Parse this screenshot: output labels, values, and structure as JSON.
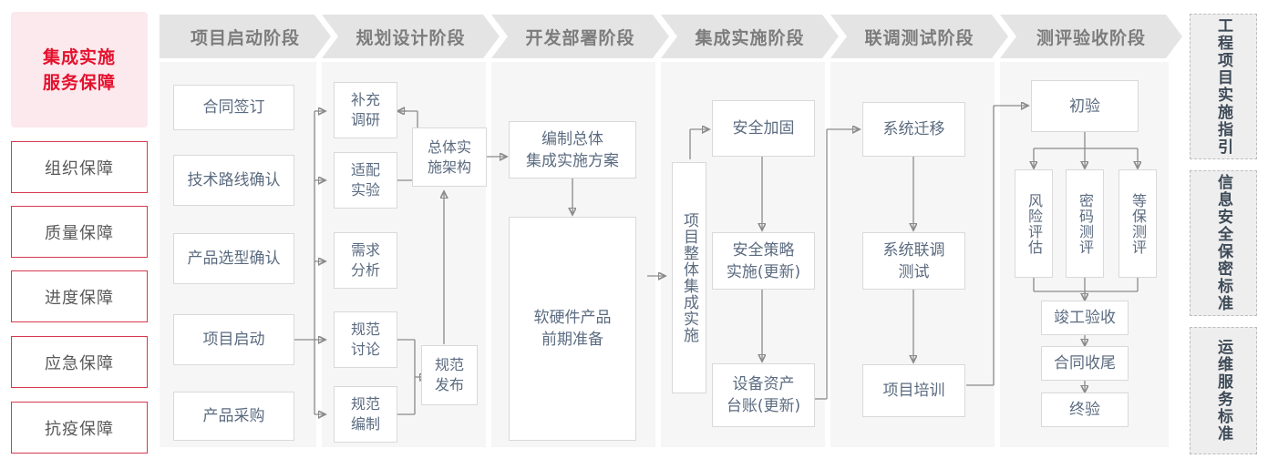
{
  "sidebar": {
    "title": "集成实施\n服务保障",
    "title_line1": "集成实施",
    "title_line2": "服务保障",
    "items": [
      {
        "label": "组织保障"
      },
      {
        "label": "质量保障"
      },
      {
        "label": "进度保障"
      },
      {
        "label": "应急保障"
      },
      {
        "label": "抗疫保障"
      }
    ]
  },
  "phases": [
    {
      "header": "项目启动阶段"
    },
    {
      "header": "规划设计阶段"
    },
    {
      "header": "开发部署阶段"
    },
    {
      "header": "集成实施阶段"
    },
    {
      "header": "联调测试阶段"
    },
    {
      "header": "测评验收阶段"
    }
  ],
  "nodes": {
    "p1": [
      {
        "label": "合同签订"
      },
      {
        "label": "技术路线确认"
      },
      {
        "label": "产品选型确认"
      },
      {
        "label": "项目启动"
      },
      {
        "label": "产品采购"
      }
    ],
    "p2": [
      {
        "label": "补充\n调研",
        "l1": "补充",
        "l2": "调研"
      },
      {
        "label": "适配\n实验",
        "l1": "适配",
        "l2": "实验"
      },
      {
        "label": "需求\n分析",
        "l1": "需求",
        "l2": "分析"
      },
      {
        "label": "规范\n讨论",
        "l1": "规范",
        "l2": "讨论"
      },
      {
        "label": "规范\n编制",
        "l1": "规范",
        "l2": "编制"
      },
      {
        "label": "总体实\n施架构",
        "l1": "总体实",
        "l2": "施架构"
      },
      {
        "label": "规范\n发布",
        "l1": "规范",
        "l2": "发布"
      }
    ],
    "p3": [
      {
        "label": "编制总体\n集成实施方案",
        "l1": "编制总体",
        "l2": "集成实施方案"
      },
      {
        "label": "软硬件产品\n前期准备",
        "l1": "软硬件产品",
        "l2": "前期准备"
      }
    ],
    "p4": [
      {
        "label": "项目整体集成实施"
      },
      {
        "label": "安全加固"
      },
      {
        "label": "安全策略\n实施(更新)",
        "l1": "安全策略",
        "l2": "实施(更新)"
      },
      {
        "label": "设备资产\n台账(更新)",
        "l1": "设备资产",
        "l2": "台账(更新)"
      }
    ],
    "p5": [
      {
        "label": "系统迁移"
      },
      {
        "label": "系统联调\n测试",
        "l1": "系统联调",
        "l2": "测试"
      },
      {
        "label": "项目培训"
      }
    ],
    "p6": [
      {
        "label": "初验"
      },
      {
        "label": "风险评估"
      },
      {
        "label": "密码测评"
      },
      {
        "label": "等保测评"
      },
      {
        "label": "竣工验收"
      },
      {
        "label": "合同收尾"
      },
      {
        "label": "终验"
      }
    ]
  },
  "standards": [
    {
      "label": "工程项目实施指引"
    },
    {
      "label": "信息安全保密标准"
    },
    {
      "label": "运维服务标准"
    }
  ],
  "colors": {
    "brand_red": "#e4112e",
    "brand_red_border": "#d6394f",
    "title_bg": "#fce9ed",
    "column_bg": "#f6f6f6",
    "chevron_bg": "#e4e4e4",
    "chevron_text": "#7c7c7c",
    "node_border": "#d9d9d9",
    "node_text": "#5b6b80",
    "wire": "#8b8b8b",
    "std_bg": "#eeeeee",
    "std_border": "#bdbdbd",
    "std_text": "#3e4a57"
  }
}
